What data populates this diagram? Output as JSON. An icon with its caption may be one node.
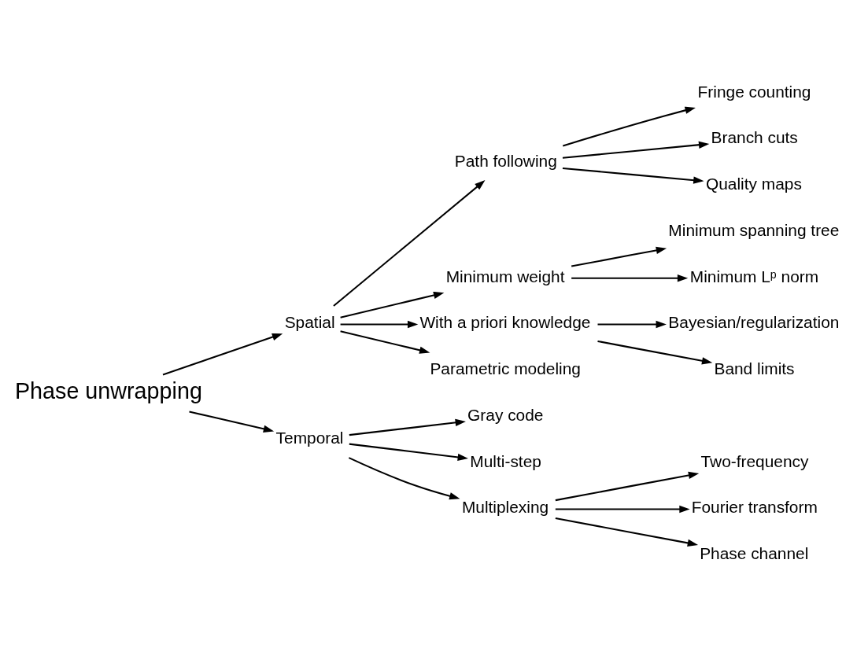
{
  "diagram": {
    "nodes": [
      {
        "text": [
          "Phase unwrapping"
        ]
      },
      {
        "text": [
          "Spatial"
        ]
      },
      {
        "text": [
          "Path following"
        ]
      },
      {
        "text": [
          "Fringe counting"
        ]
      },
      {
        "text": [
          "Branch cuts"
        ]
      },
      {
        "text": [
          "Quality maps"
        ]
      },
      {
        "text": [
          "Minimum weight"
        ]
      },
      {
        "text": [
          "Minimum spanning tree"
        ]
      },
      {
        "text": [
          "Minimum Lᵖ norm"
        ]
      },
      {
        "text": [
          "With a priori knowledge"
        ]
      },
      {
        "text": [
          "Bayesian/regularization"
        ]
      },
      {
        "text": [
          "Band limits"
        ]
      },
      {
        "text": [
          "Parametric modeling"
        ]
      },
      {
        "text": [
          "Temporal"
        ]
      },
      {
        "text": [
          "Gray code"
        ]
      },
      {
        "text": [
          "Multi-step"
        ]
      },
      {
        "text": [
          "Multiplexing"
        ]
      },
      {
        "text": [
          "Two-frequency"
        ]
      },
      {
        "text": [
          "Fourier transform"
        ]
      },
      {
        "text": [
          "Phase channel"
        ]
      }
    ],
    "edges": [
      {
        "from": 0,
        "to": 1,
        "arrow": "to"
      },
      {
        "from": 0,
        "to": 13,
        "arrow": "to"
      },
      {
        "from": 1,
        "to": 2,
        "arrow": "to"
      },
      {
        "from": 1,
        "to": 6,
        "arrow": "to"
      },
      {
        "from": 1,
        "to": 9,
        "arrow": "to"
      },
      {
        "from": 1,
        "to": 12,
        "arrow": "to"
      },
      {
        "from": 2,
        "to": 3,
        "arrow": "to"
      },
      {
        "from": 2,
        "to": 4,
        "arrow": "to"
      },
      {
        "from": 2,
        "to": 5,
        "arrow": "to"
      },
      {
        "from": 6,
        "to": 7,
        "arrow": "to"
      },
      {
        "from": 6,
        "to": 8,
        "arrow": "to"
      },
      {
        "from": 9,
        "to": 10,
        "arrow": "to"
      },
      {
        "from": 9,
        "to": 11,
        "arrow": "to"
      },
      {
        "from": 13,
        "to": 14,
        "arrow": "to"
      },
      {
        "from": 13,
        "to": 15,
        "arrow": "to"
      },
      {
        "from": 13,
        "to": 16,
        "arrow": "to"
      },
      {
        "from": 16,
        "to": 17,
        "arrow": "to"
      },
      {
        "from": 16,
        "to": 18,
        "arrow": "to"
      },
      {
        "from": 16,
        "to": 19,
        "arrow": "to"
      }
    ]
  }
}
